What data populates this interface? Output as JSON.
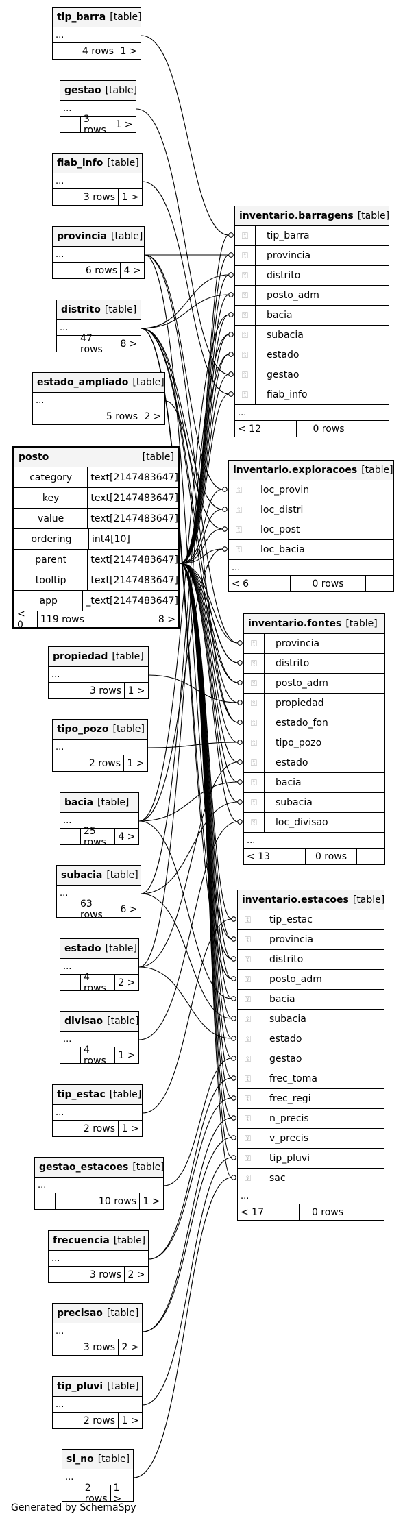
{
  "schema": {
    "source_tables": [
      {
        "name": "tip_barra",
        "type": "[table]",
        "preview": "...",
        "rows": "4 rows",
        "children": "1 >"
      },
      {
        "name": "gestao",
        "type": "[table]",
        "preview": "...",
        "rows": "3 rows",
        "children": "1 >"
      },
      {
        "name": "fiab_info",
        "type": "[table]",
        "preview": "...",
        "rows": "3 rows",
        "children": "1 >"
      },
      {
        "name": "provincia",
        "type": "[table]",
        "preview": "...",
        "rows": "6 rows",
        "children": "4 >"
      },
      {
        "name": "distrito",
        "type": "[table]",
        "preview": "...",
        "rows": "47 rows",
        "children": "8 >"
      },
      {
        "name": "estado_ampliado",
        "type": "[table]",
        "preview": "...",
        "rows": "5 rows",
        "children": "2 >"
      },
      {
        "name": "propiedad",
        "type": "[table]",
        "preview": "...",
        "rows": "3 rows",
        "children": "1 >"
      },
      {
        "name": "tipo_pozo",
        "type": "[table]",
        "preview": "...",
        "rows": "2 rows",
        "children": "1 >"
      },
      {
        "name": "bacia",
        "type": "[table]",
        "preview": "...",
        "rows": "25 rows",
        "children": "4 >"
      },
      {
        "name": "subacia",
        "type": "[table]",
        "preview": "...",
        "rows": "63 rows",
        "children": "6 >"
      },
      {
        "name": "estado",
        "type": "[table]",
        "preview": "...",
        "rows": "4 rows",
        "children": "2 >"
      },
      {
        "name": "divisao",
        "type": "[table]",
        "preview": "...",
        "rows": "4 rows",
        "children": "1 >"
      },
      {
        "name": "tip_estac",
        "type": "[table]",
        "preview": "...",
        "rows": "2 rows",
        "children": "1 >"
      },
      {
        "name": "gestao_estacoes",
        "type": "[table]",
        "preview": "...",
        "rows": "10 rows",
        "children": "1 >"
      },
      {
        "name": "frecuencia",
        "type": "[table]",
        "preview": "...",
        "rows": "3 rows",
        "children": "2 >"
      },
      {
        "name": "precisao",
        "type": "[table]",
        "preview": "...",
        "rows": "3 rows",
        "children": "2 >"
      },
      {
        "name": "tip_pluvi",
        "type": "[table]",
        "preview": "...",
        "rows": "2 rows",
        "children": "1 >"
      },
      {
        "name": "si_no",
        "type": "[table]",
        "preview": "...",
        "rows": "2 rows",
        "children": "1 >"
      }
    ],
    "focus_table": {
      "name": "posto",
      "type": "[table]",
      "columns": [
        {
          "name": "category",
          "type": "text[2147483647]"
        },
        {
          "name": "key",
          "type": "text[2147483647]"
        },
        {
          "name": "value",
          "type": "text[2147483647]"
        },
        {
          "name": "ordering",
          "type": "int4[10]"
        },
        {
          "name": "parent",
          "type": "text[2147483647]"
        },
        {
          "name": "tooltip",
          "type": "text[2147483647]"
        },
        {
          "name": "app",
          "type": "_text[2147483647]"
        }
      ],
      "parents": "< 0",
      "rows": "119 rows",
      "children": "8 >"
    },
    "child_tables": [
      {
        "name": "inventario.barragens",
        "type": "[table]",
        "columns": [
          "tip_barra",
          "provincia",
          "distrito",
          "posto_adm",
          "bacia",
          "subacia",
          "estado",
          "gestao",
          "fiab_info"
        ],
        "preview": "...",
        "parents": "< 12",
        "rows": "0 rows",
        "children": ""
      },
      {
        "name": "inventario.exploracoes",
        "type": "[table]",
        "columns": [
          "loc_provin",
          "loc_distri",
          "loc_post",
          "loc_bacia"
        ],
        "preview": "...",
        "parents": "< 6",
        "rows": "0 rows",
        "children": ""
      },
      {
        "name": "inventario.fontes",
        "type": "[table]",
        "columns": [
          "provincia",
          "distrito",
          "posto_adm",
          "propiedad",
          "estado_fon",
          "tipo_pozo",
          "estado",
          "bacia",
          "subacia",
          "loc_divisao"
        ],
        "preview": "...",
        "parents": "< 13",
        "rows": "0 rows",
        "children": ""
      },
      {
        "name": "inventario.estacoes",
        "type": "[table]",
        "columns": [
          "tip_estac",
          "provincia",
          "distrito",
          "posto_adm",
          "bacia",
          "subacia",
          "estado",
          "gestao",
          "frec_toma",
          "frec_regi",
          "n_precis",
          "v_precis",
          "tip_pluvi",
          "sac"
        ],
        "preview": "...",
        "parents": "< 17",
        "rows": "0 rows",
        "children": ""
      }
    ]
  },
  "footer": {
    "generated_by": "Generated by SchemaSpy"
  },
  "key_icon": "key-icon"
}
